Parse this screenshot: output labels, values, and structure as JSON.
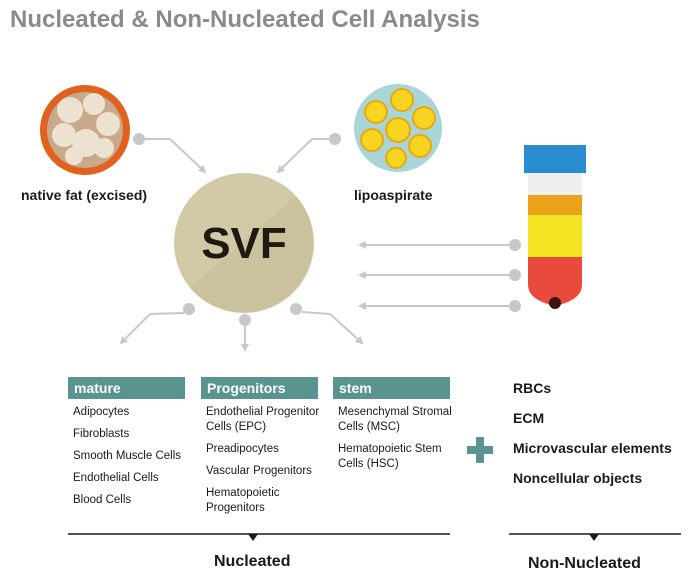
{
  "title": "Nucleated & Non-Nucleated Cell Analysis",
  "sources": {
    "native_fat": "native fat (excised)",
    "lipoaspirate": "lipoaspirate"
  },
  "center": "SVF",
  "columns": [
    {
      "header": "mature",
      "items": [
        "Adipocytes",
        "Fibroblasts",
        "Smooth Muscle Cells",
        "Endothelial Cells",
        "Blood Cells"
      ]
    },
    {
      "header": "Progenitors",
      "items": [
        "Endothelial Progenitor Cells (EPC)",
        "Preadipocytes",
        "Vascular Progenitors",
        "Hematopoietic Progenitors"
      ]
    },
    {
      "header": "stem",
      "items": [
        "Mesenchymal Stromal Cells (MSC)",
        "Hematopoietic Stem Cells (HSC)"
      ]
    }
  ],
  "non_nucleated": [
    "RBCs",
    "ECM",
    "Microvascular elements",
    "Noncellular objects"
  ],
  "footer": {
    "nucleated": "Nucleated",
    "non_nucleated": "Non-Nucleated"
  },
  "colors": {
    "title": "#8a8a8a",
    "header_bg": "#5a9490",
    "svf_circle": "#d2c9a7",
    "plus": "#5a9490",
    "connector": "#c8c8c8"
  }
}
